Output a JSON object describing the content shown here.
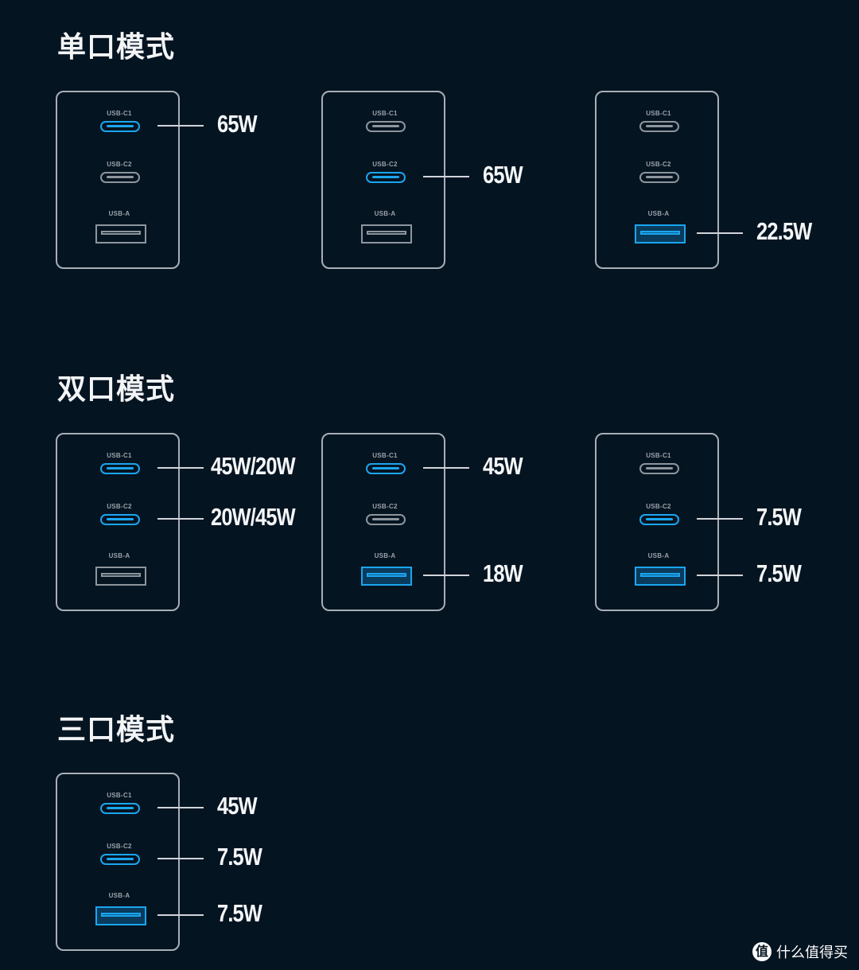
{
  "sections": [
    {
      "title": "单口模式"
    },
    {
      "title": "双口模式"
    },
    {
      "title": "三口模式"
    }
  ],
  "port_labels": {
    "c1": "USB-C1",
    "c2": "USB-C2",
    "a": "USB-A"
  },
  "colors": {
    "background": "#051421",
    "active_port": "#1aa6f0",
    "inactive_port": "#8d959d",
    "text": "#f4f6f8"
  },
  "chargers": [
    {
      "section": 0,
      "active": [
        true,
        false,
        false
      ],
      "watts": [
        "65W",
        "",
        ""
      ]
    },
    {
      "section": 0,
      "active": [
        false,
        true,
        false
      ],
      "watts": [
        "",
        "65W",
        ""
      ]
    },
    {
      "section": 0,
      "active": [
        false,
        false,
        true
      ],
      "watts": [
        "",
        "",
        "22.5W"
      ]
    },
    {
      "section": 1,
      "active": [
        true,
        true,
        false
      ],
      "watts": [
        "45W/20W",
        "20W/45W",
        ""
      ]
    },
    {
      "section": 1,
      "active": [
        true,
        false,
        true
      ],
      "watts": [
        "45W",
        "",
        "18W"
      ]
    },
    {
      "section": 1,
      "active": [
        false,
        true,
        true
      ],
      "watts": [
        "",
        "7.5W",
        "7.5W"
      ]
    },
    {
      "section": 2,
      "active": [
        true,
        true,
        true
      ],
      "watts": [
        "45W",
        "7.5W",
        "7.5W"
      ]
    }
  ],
  "watermark": {
    "icon": "zhi-logo-icon",
    "logo_char": "值",
    "text": "什么值得买"
  }
}
